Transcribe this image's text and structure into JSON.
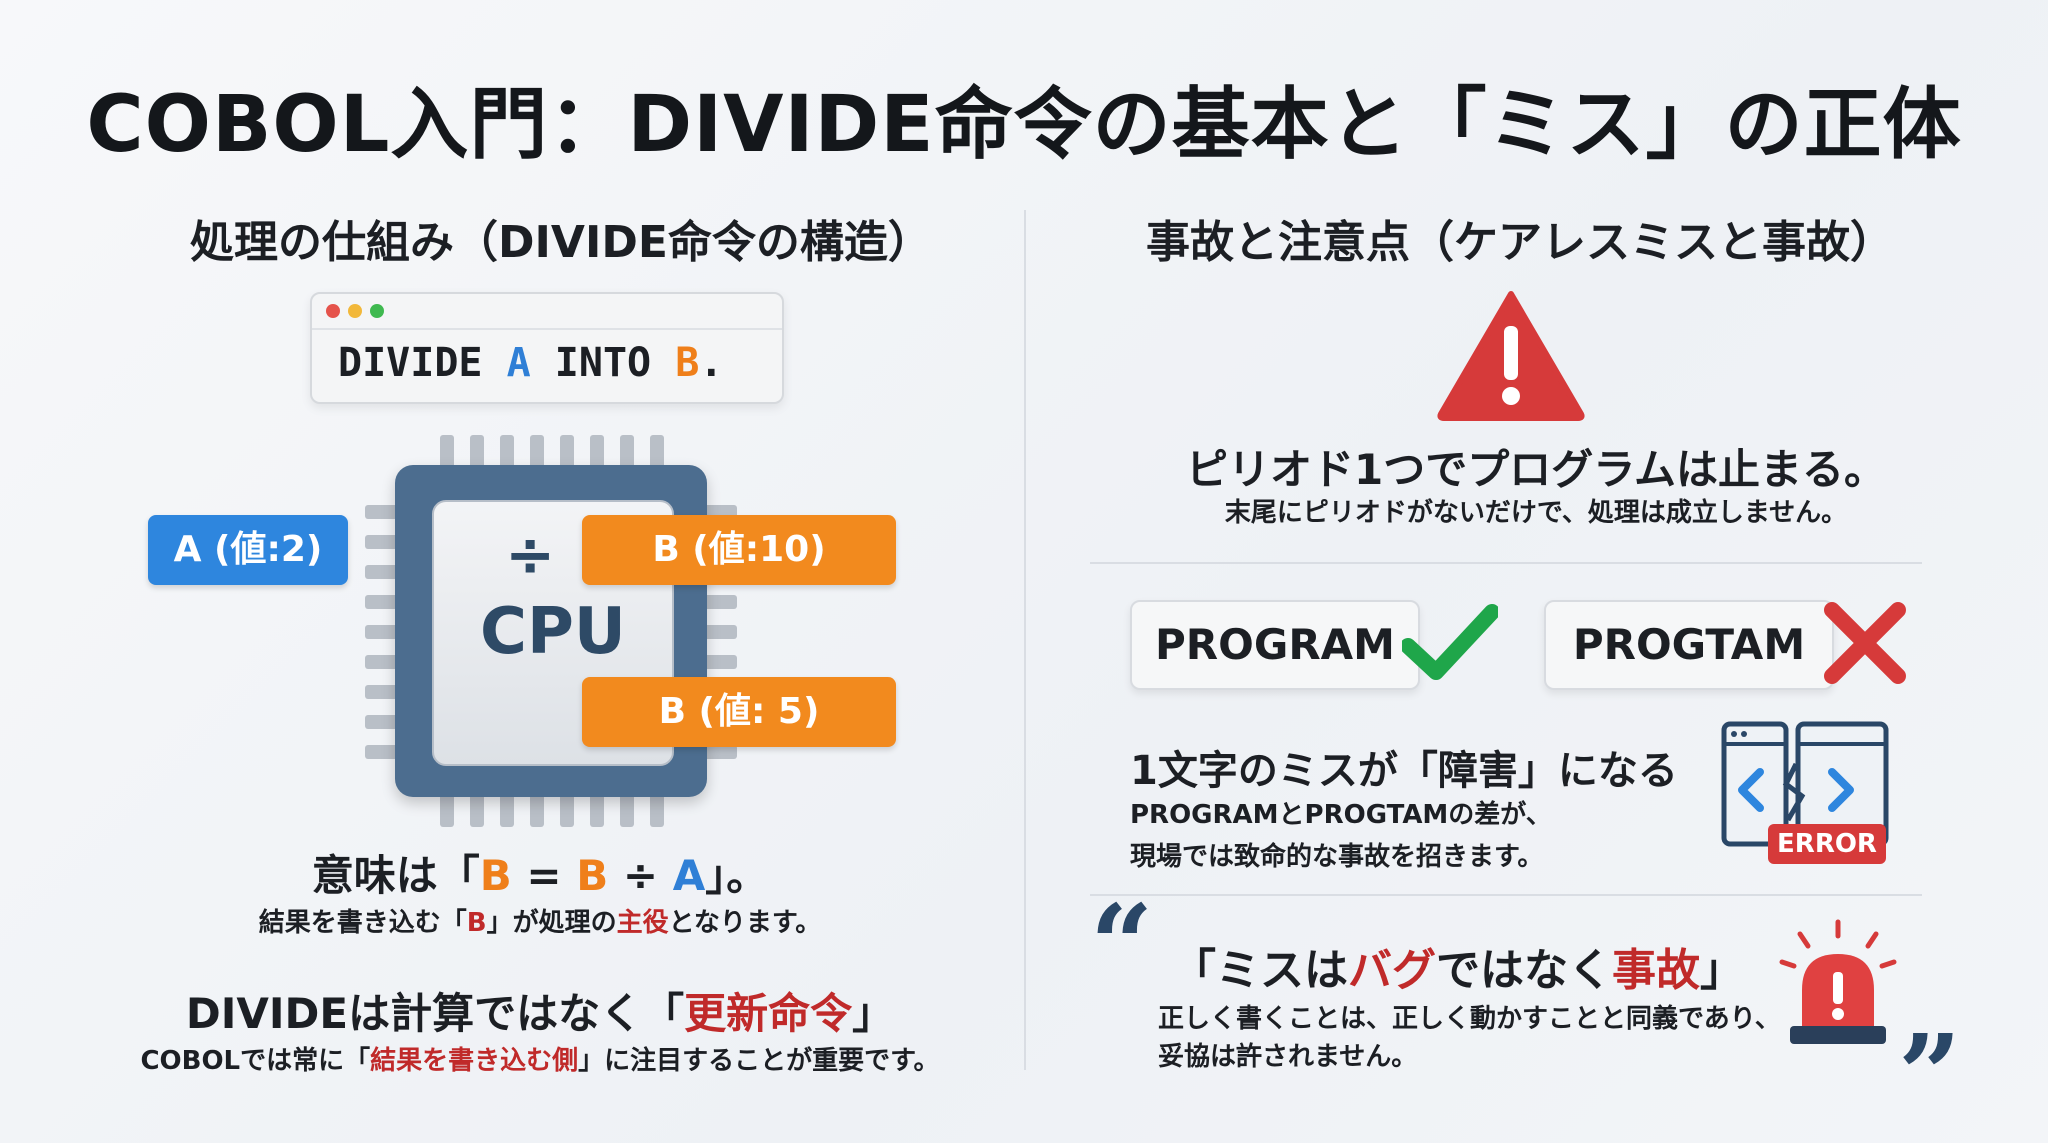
{
  "title": "COBOL入門：DIVIDE命令の基本と「ミス」の正体",
  "left": {
    "heading": "処理の仕組み（DIVIDE命令の構造）",
    "code": {
      "kw1": "DIVIDE",
      "a": "A",
      "kw2": "INTO",
      "b": "B",
      "period": "."
    },
    "tag_a": "A (値:2)",
    "tag_b_before": "B (値:10)",
    "tag_b_after": "B (値: 5)",
    "chip_symbol": "÷",
    "chip_label": "CPU",
    "meaning": {
      "pre": "意味は「",
      "b1": "B",
      "eq": " = ",
      "b2": "B",
      "div": " ÷ ",
      "a": "A",
      "post": "」。"
    },
    "meaning_sub": {
      "pre": "結果を書き込む「",
      "b": "B",
      "mid": "」が処理の",
      "hl": "主役",
      "post": "となります。"
    },
    "update": {
      "pre": "DIVIDEは計算ではなく「",
      "hl": "更新命令",
      "post": "」"
    },
    "update_sub": {
      "pre": "COBOLでは常に「",
      "hl": "結果を書き込む側",
      "post": "」に注目することが重要です。"
    }
  },
  "right": {
    "heading": "事故と注意点（ケアレスミスと事故）",
    "period_head": "ピリオド1つでプログラムは止まる。",
    "period_sub": "末尾にピリオドがないだけで、処理は成立しません。",
    "word_ok": "PROGRAM",
    "word_ng": "PROGTAM",
    "typo_head": "1文字のミスが「障害」になる",
    "typo_sub1": "PROGRAMとPROGTAMの差が、",
    "typo_sub2": "現場では致命的な事故を招きます。",
    "error_badge": "ERROR",
    "quote": {
      "pre": "「ミスは",
      "hl1": "バグ",
      "mid": "ではなく",
      "hl2": "事故",
      "post": "」"
    },
    "quote_sub1": "正しく書くことは、正しく動かすことと同義であり、",
    "quote_sub2": "妥協は許されません。",
    "open_quote": "“",
    "close_quote": "”"
  },
  "colors": {
    "blue": "#2e86de",
    "orange": "#f28a1e",
    "red": "#c02a2a",
    "green": "#1fa64a",
    "navy": "#2a4767"
  }
}
